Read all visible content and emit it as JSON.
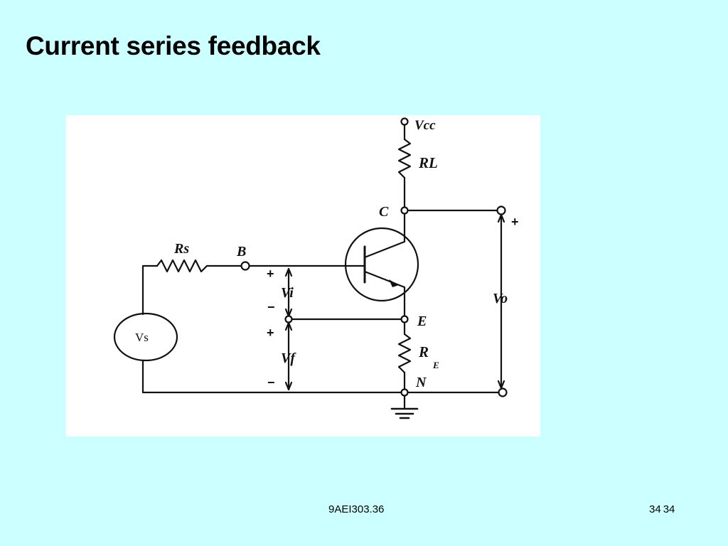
{
  "slide": {
    "title": "Current series feedback",
    "footer_code": "9AEI303.36",
    "page_number": "34",
    "page_total": "34"
  },
  "diagram": {
    "labels": {
      "vcc": "Vcc",
      "rl": "RL",
      "c": "C",
      "rs": "Rs",
      "b": "B",
      "vi": "Vi",
      "vf": "Vf",
      "vo": "Vo",
      "e": "E",
      "re": "R",
      "re_sub": "E",
      "n": "N",
      "vs": "Vs"
    },
    "signs": {
      "vi_plus": "+",
      "vi_minus": "−",
      "vf_plus": "+",
      "vf_minus": "−",
      "vo_plus": "+"
    }
  }
}
